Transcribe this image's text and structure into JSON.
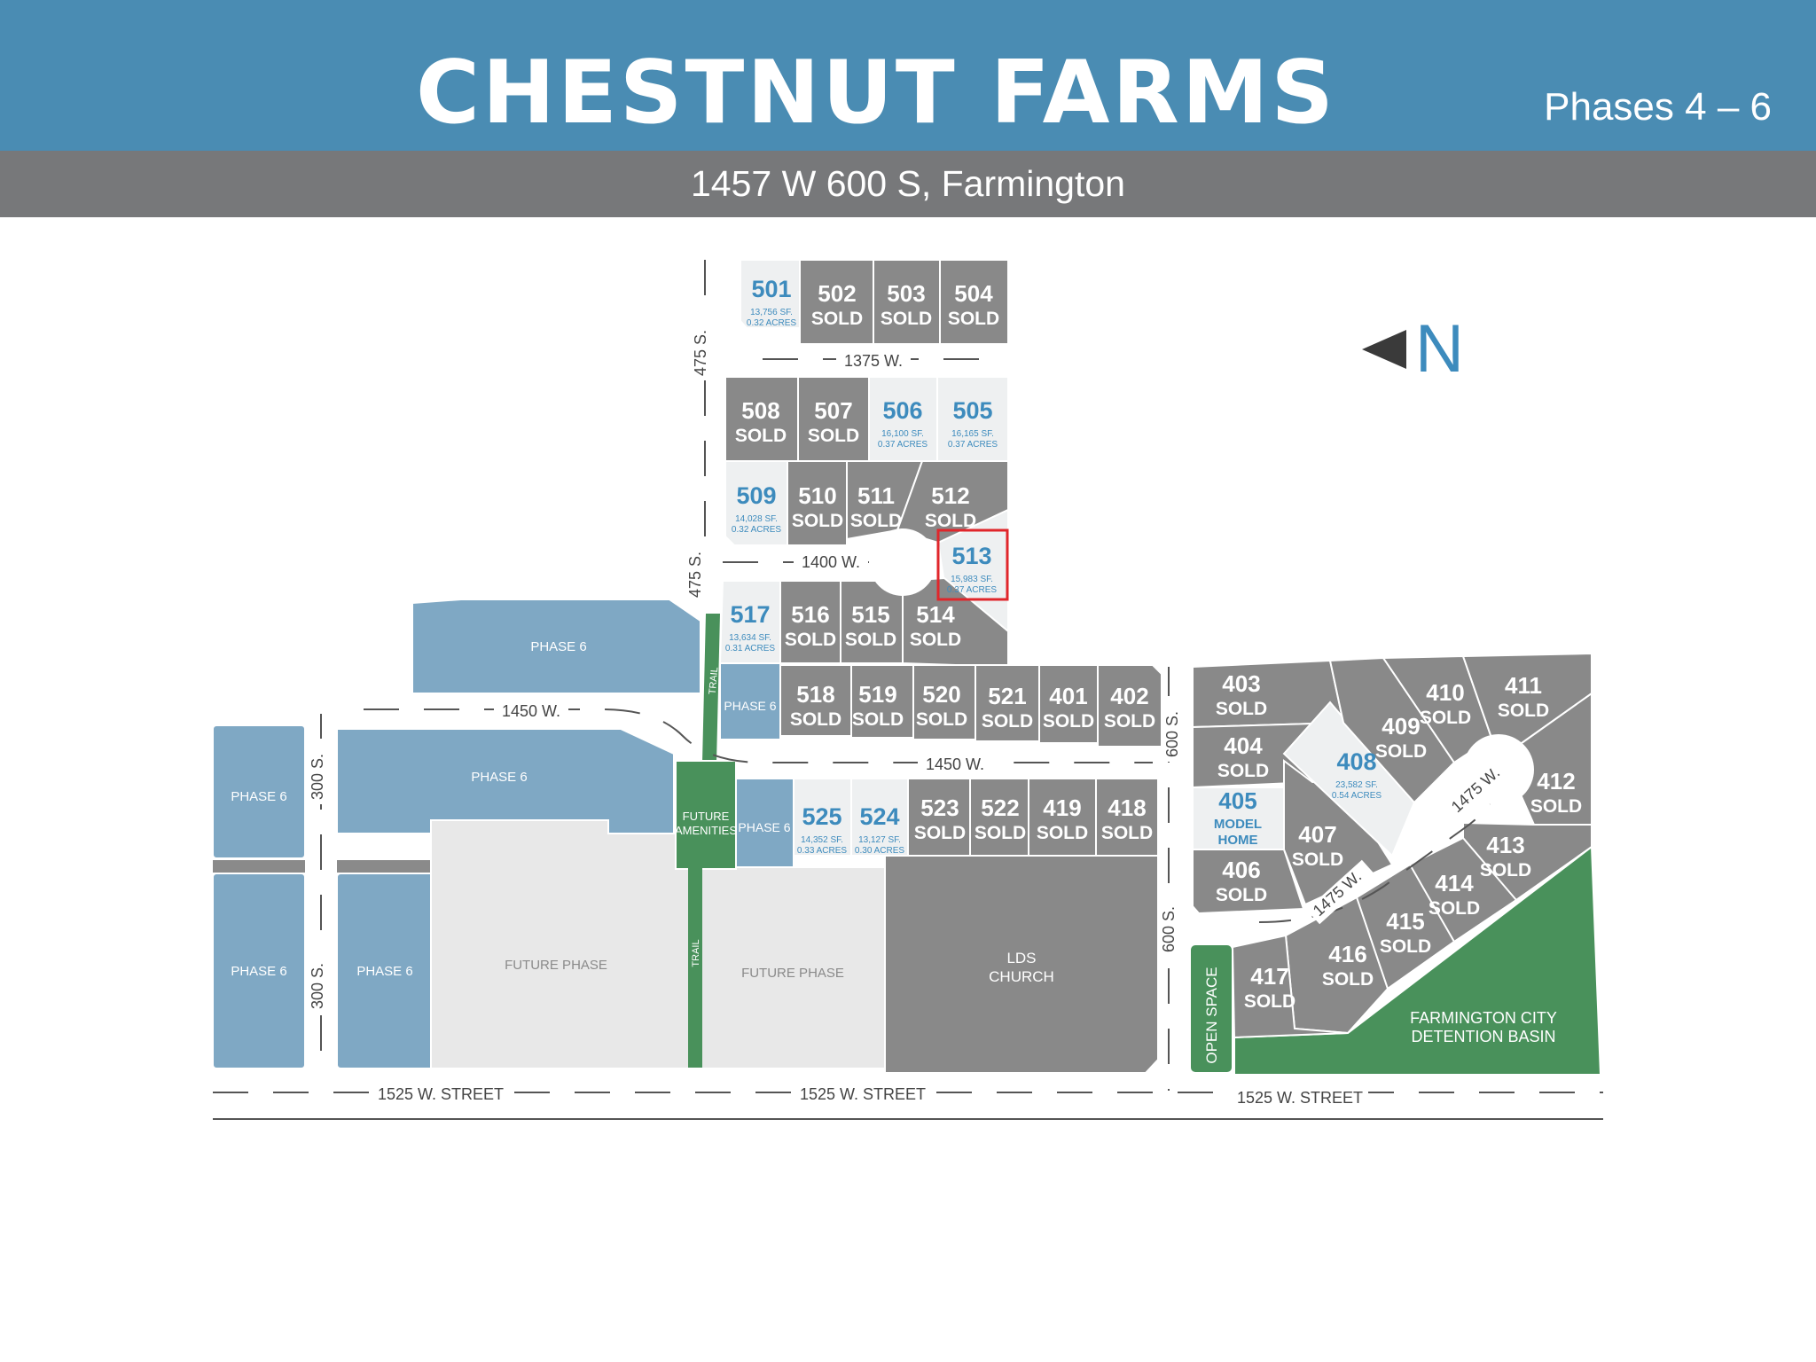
{
  "header": {
    "title": "CHESTNUT FARMS",
    "phases": "Phases 4 – 6",
    "address": "1457 W 600 S, Farmington"
  },
  "compass": {
    "letter": "N",
    "icon": "north-arrow-icon"
  },
  "colors": {
    "sold": "#898989",
    "available": "#eef0f1",
    "phase6": "#7fa8c4",
    "future": "#e8e8e8",
    "green": "#49915b",
    "header": "#4a8cb3",
    "subheader": "#77787a",
    "lot_number": "#3d8bbd"
  },
  "lots": [
    {
      "id": "501",
      "status": "available",
      "sqft": "13,756 SF.",
      "acres": "0.32 ACRES"
    },
    {
      "id": "502",
      "status": "SOLD"
    },
    {
      "id": "503",
      "status": "SOLD"
    },
    {
      "id": "504",
      "status": "SOLD"
    },
    {
      "id": "508",
      "status": "SOLD"
    },
    {
      "id": "507",
      "status": "SOLD"
    },
    {
      "id": "506",
      "status": "available",
      "sqft": "16,100 SF.",
      "acres": "0.37 ACRES"
    },
    {
      "id": "505",
      "status": "available",
      "sqft": "16,165 SF.",
      "acres": "0.37 ACRES"
    },
    {
      "id": "509",
      "status": "available",
      "sqft": "14,028 SF.",
      "acres": "0.32 ACRES"
    },
    {
      "id": "510",
      "status": "SOLD"
    },
    {
      "id": "511",
      "status": "SOLD"
    },
    {
      "id": "512",
      "status": "SOLD"
    },
    {
      "id": "513",
      "status": "available",
      "sqft": "15,983 SF.",
      "acres": "0.37 ACRES",
      "highlighted": true
    },
    {
      "id": "517",
      "status": "available",
      "sqft": "13,634 SF.",
      "acres": "0.31 ACRES"
    },
    {
      "id": "516",
      "status": "SOLD"
    },
    {
      "id": "515",
      "status": "SOLD"
    },
    {
      "id": "514",
      "status": "SOLD"
    },
    {
      "id": "518",
      "status": "SOLD"
    },
    {
      "id": "519",
      "status": "SOLD"
    },
    {
      "id": "520",
      "status": "SOLD"
    },
    {
      "id": "521",
      "status": "SOLD"
    },
    {
      "id": "401",
      "status": "SOLD"
    },
    {
      "id": "402",
      "status": "SOLD"
    },
    {
      "id": "525",
      "status": "available",
      "sqft": "14,352 SF.",
      "acres": "0.33 ACRES"
    },
    {
      "id": "524",
      "status": "available",
      "sqft": "13,127 SF.",
      "acres": "0.30 ACRES"
    },
    {
      "id": "523",
      "status": "SOLD"
    },
    {
      "id": "522",
      "status": "SOLD"
    },
    {
      "id": "419",
      "status": "SOLD"
    },
    {
      "id": "418",
      "status": "SOLD"
    },
    {
      "id": "403",
      "status": "SOLD"
    },
    {
      "id": "404",
      "status": "SOLD"
    },
    {
      "id": "405",
      "status": "MODEL HOME"
    },
    {
      "id": "406",
      "status": "SOLD"
    },
    {
      "id": "407",
      "status": "SOLD"
    },
    {
      "id": "408",
      "status": "available",
      "sqft": "23,582 SF.",
      "acres": "0.54 ACRES"
    },
    {
      "id": "409",
      "status": "SOLD"
    },
    {
      "id": "410",
      "status": "SOLD"
    },
    {
      "id": "411",
      "status": "SOLD"
    },
    {
      "id": "412",
      "status": "SOLD"
    },
    {
      "id": "413",
      "status": "SOLD"
    },
    {
      "id": "414",
      "status": "SOLD"
    },
    {
      "id": "415",
      "status": "SOLD"
    },
    {
      "id": "416",
      "status": "SOLD"
    },
    {
      "id": "417",
      "status": "SOLD"
    }
  ],
  "areas": {
    "phase6": "PHASE 6",
    "future_phase": "FUTURE PHASE",
    "lds_church": [
      "LDS",
      "CHURCH"
    ],
    "future_amenities": [
      "FUTURE",
      "AMENITIES"
    ],
    "detention_basin": [
      "FARMINGTON CITY",
      "DETENTION BASIN"
    ],
    "open_space": "OPEN SPACE",
    "trail": "TRAIL"
  },
  "streets": {
    "s475": "475 S.",
    "w1375": "1375 W.",
    "w1400": "1400 W.",
    "w1450": "1450 W.",
    "s300": "300 S.",
    "s600": "600 S.",
    "w1475": "1475 W.",
    "w1525": "1525 W. STREET"
  }
}
